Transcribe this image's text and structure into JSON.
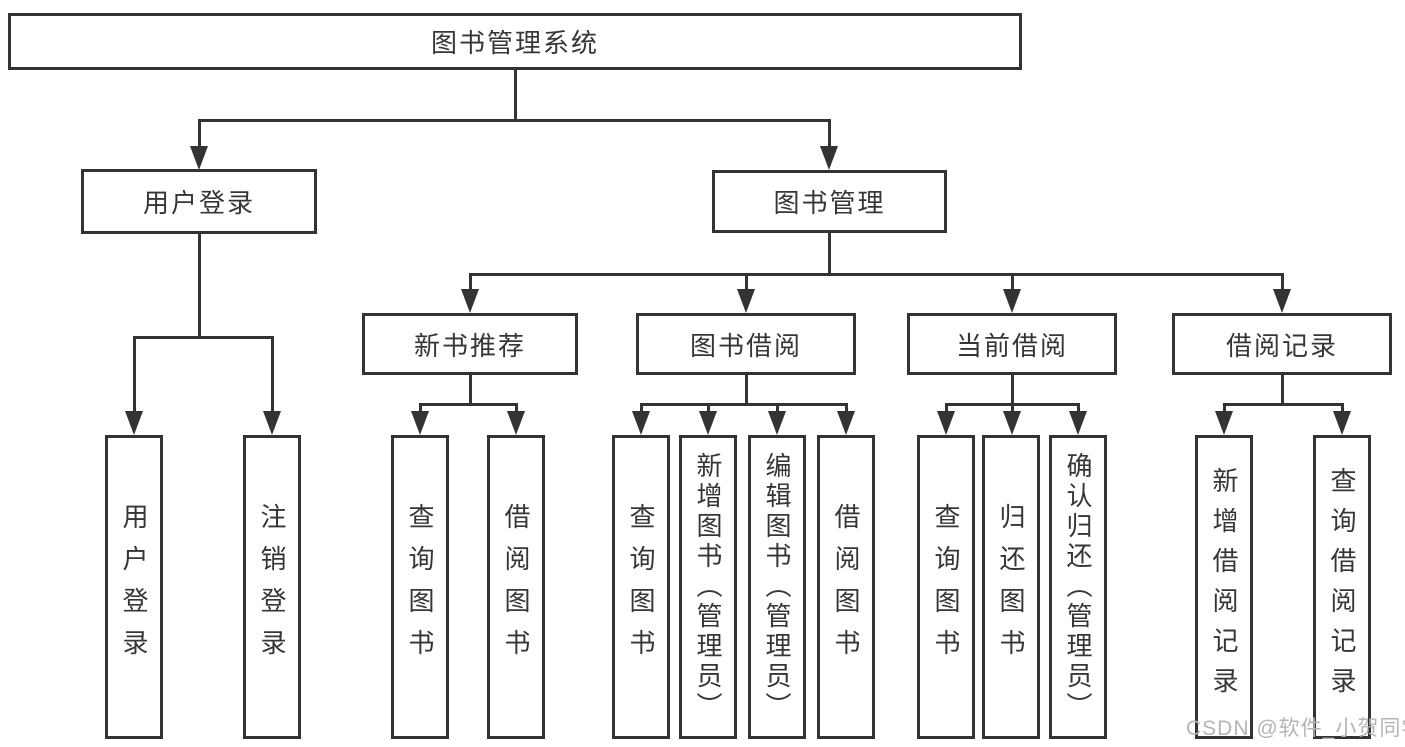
{
  "tree": {
    "root": {
      "label": "图书管理系统"
    },
    "branches": [
      {
        "label": "用户登录",
        "children": [
          {
            "label": "用户登录"
          },
          {
            "label": "注销登录"
          }
        ]
      },
      {
        "label": "图书管理",
        "children": [
          {
            "label": "新书推荐",
            "children": [
              {
                "label": "查询图书"
              },
              {
                "label": "借阅图书"
              }
            ]
          },
          {
            "label": "图书借阅",
            "children": [
              {
                "label": "查询图书"
              },
              {
                "label": "新增图书（管理员）"
              },
              {
                "label": "编辑图书（管理员）"
              },
              {
                "label": "借阅图书"
              }
            ]
          },
          {
            "label": "当前借阅",
            "children": [
              {
                "label": "查询图书"
              },
              {
                "label": "归还图书"
              },
              {
                "label": "确认归还（管理员）"
              }
            ]
          },
          {
            "label": "借阅记录",
            "children": [
              {
                "label": "新增借阅记录"
              },
              {
                "label": "查询借阅记录"
              }
            ]
          }
        ]
      }
    ]
  },
  "watermark": {
    "text": "CSDN @软件_小贺同学"
  },
  "colors": {
    "line": "#333333",
    "text": "#363636",
    "watermark": "#b5b5b5"
  }
}
